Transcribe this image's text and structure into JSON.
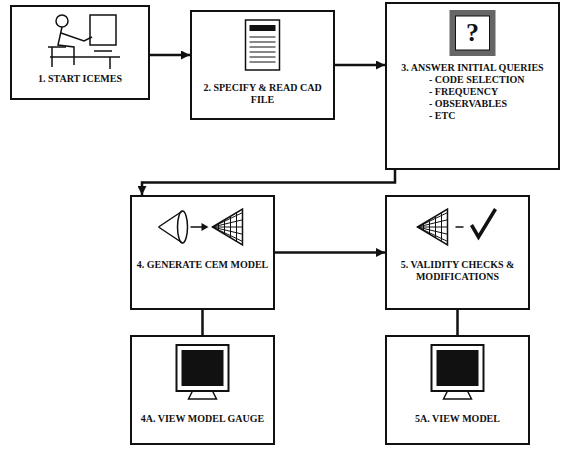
{
  "diagram": {
    "nodes": [
      {
        "text": [
          "1. START ICEMES"
        ]
      },
      {
        "text": [
          "2. SPECIFY & READ CAD FILE"
        ]
      },
      {
        "text": [
          "3. ANSWER INITIAL QUERIES",
          "- CODE SELECTION",
          "- FREQUENCY",
          "- OBSERVABLES",
          "- ETC"
        ]
      },
      {
        "text": [
          "4. GENERATE CEM MODEL"
        ]
      },
      {
        "text": [
          "5. VALIDITY CHECKS & MODIFICATIONS"
        ]
      },
      {
        "text": [
          "4A. VIEW MODEL GAUGE"
        ]
      },
      {
        "text": [
          "5A. VIEW MODEL"
        ]
      }
    ],
    "edges": [
      {
        "from": 0,
        "to": 1,
        "arrow": "to"
      },
      {
        "from": 1,
        "to": 2,
        "arrow": "to"
      },
      {
        "from": 2,
        "to": 3,
        "arrow": "to"
      },
      {
        "from": 3,
        "to": 4,
        "arrow": "to"
      },
      {
        "from": 3,
        "to": 5,
        "arrow": "none"
      },
      {
        "from": 4,
        "to": 6,
        "arrow": "none"
      }
    ],
    "labels": [
      "?"
    ]
  }
}
